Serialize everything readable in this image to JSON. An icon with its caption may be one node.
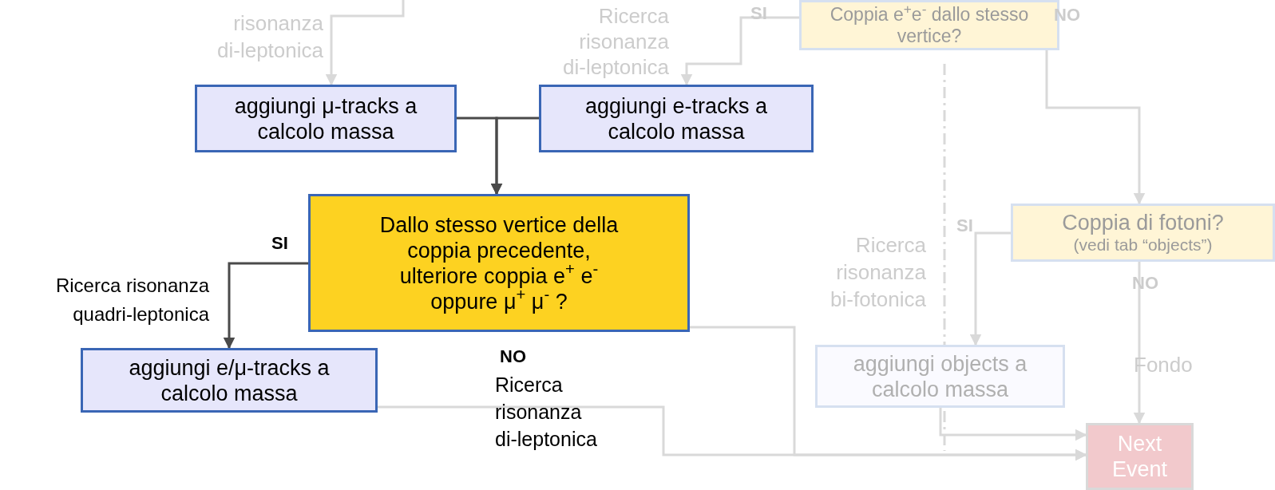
{
  "diagram": {
    "nodes": [
      {
        "text": [
          "Coppia e$^{+}$e$^{-}$ dallo stesso vertice?"
        ]
      },
      {
        "text": [
          "aggiungi μ-tracks a calcolo massa"
        ]
      },
      {
        "text": [
          "aggiungi e-tracks a calcolo massa"
        ]
      },
      {
        "text": [
          "Dallo stesso vertice della coppia precedente, ulteriore coppia e$^{+}$ e$^{-}$ oppure μ$^{+}$ μ$^{-}$ ?"
        ]
      },
      {
        "text": [
          "Coppia di fotoni?",
          "(vedi tab “objects”)"
        ]
      },
      {
        "text": [
          "aggiungi e/μ-tracks a calcolo massa"
        ]
      },
      {
        "text": [
          "aggiungi objects a calcolo massa"
        ]
      },
      {
        "text": [
          "Next Event"
        ]
      }
    ],
    "edges": [
      {
        "from": null,
        "to": 1,
        "arrow": "to"
      },
      {
        "from": 0,
        "to": 2,
        "arrow": "to"
      },
      {
        "from": 0,
        "to": 4,
        "arrow": "to"
      },
      {
        "from": 1,
        "to": 3,
        "arrow": "to",
        "color": "#4a4a4a"
      },
      {
        "from": 2,
        "to": 3,
        "arrow": "to",
        "color": "#4a4a4a"
      },
      {
        "from": 3,
        "to": 5,
        "arrow": "to",
        "color": "#4a4a4a"
      },
      {
        "from": 3,
        "to": 7,
        "arrow": "to"
      },
      {
        "from": 5,
        "to": 7,
        "arrow": "to"
      },
      {
        "from": 4,
        "to": 6,
        "arrow": "to"
      },
      {
        "from": 4,
        "to": 7,
        "arrow": "to"
      },
      {
        "from": 6,
        "to": 7,
        "arrow": "to"
      }
    ],
    "labels": [
      "risonanza di-leptonica",
      "Ricerca risonanza di-leptonica",
      "SI",
      "NO",
      "SI",
      "SI",
      "Ricerca risonanza bi-fotonica",
      "Ricerca risonanza quadri-leptonica",
      "NO",
      "NO",
      "Fondo",
      "Ricerca risonanza di-leptonica"
    ]
  }
}
